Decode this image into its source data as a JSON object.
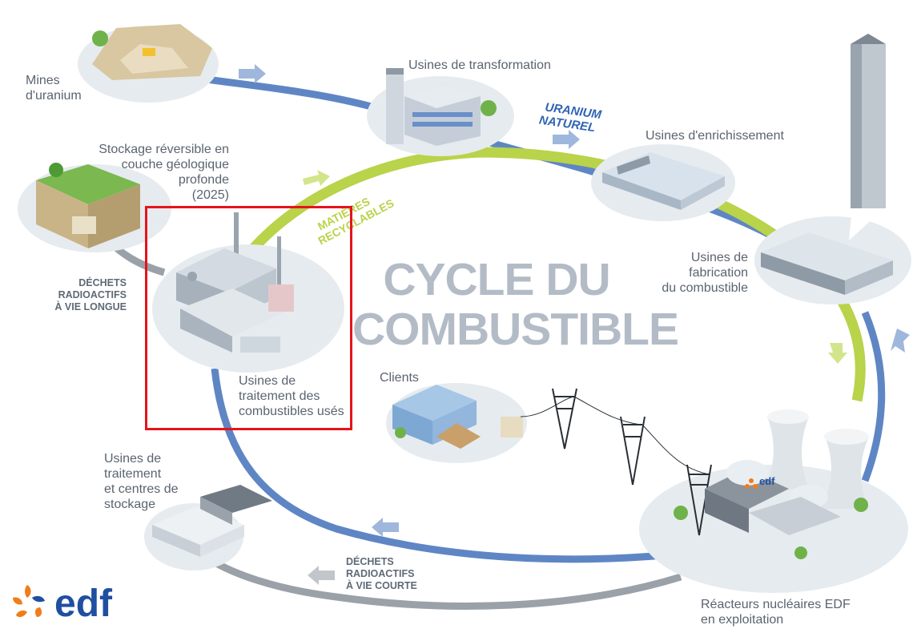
{
  "diagram": {
    "title": "CYCLE DU\nCOMBUSTIBLE",
    "arrow_labels": {
      "uranium_naturel": "URANIUM\nNATUREL",
      "matieres_recyclables": "MATIÈRES\nRECYCLABLES",
      "dechets_vie_longue": "DÉCHETS\nRADIOACTIFS\nÀ VIE LONGUE",
      "dechets_vie_courte": "DÉCHETS\nRADIOACTIFS\nÀ VIE COURTE"
    },
    "nodes": {
      "mines": "Mines\nd'uranium",
      "transformation": "Usines de transformation",
      "enrichissement": "Usines d'enrichissement",
      "fabrication": "Usines de\nfabrication\ndu combustible",
      "stockage_geologique": "Stockage réversible en\ncouche géologique\nprofonde\n(2025)",
      "traitement_uses": "Usines de\ntraitement des\ncombustibles usés",
      "clients": "Clients",
      "traitement_stockage": "Usines de\ntraitement\net centres de\nstockage",
      "reacteurs": "Réacteurs nucléaires EDF\nen exploitation"
    },
    "logo_text": "edf",
    "plant_logo_text": "edf",
    "colors": {
      "ring_blue": "#5f86c4",
      "ring_green": "#b9d34a",
      "ring_grey": "#9aa1a8",
      "platform": "#e6ebf0",
      "highlight": "#e5141b",
      "edf_blue": "#1f4fa0",
      "edf_orange": "#f07d1a"
    }
  }
}
